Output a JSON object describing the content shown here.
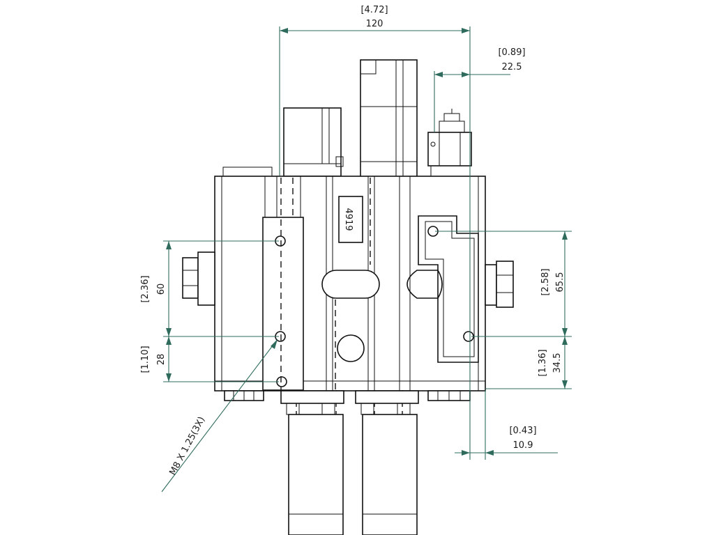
{
  "drawing": {
    "part_label": "4919",
    "thread_callout": "M8 X 1.25(3X)",
    "dimensions": {
      "overall_width": {
        "inch": "[4.72]",
        "mm": "120"
      },
      "port_offset": {
        "inch": "[0.89]",
        "mm": "22.5"
      },
      "left_hole_spacing_upper": {
        "inch": "[2.36]",
        "mm": "60"
      },
      "left_hole_spacing_lower": {
        "inch": "[1.10]",
        "mm": "28"
      },
      "right_hole_spacing_upper": {
        "inch": "[2.58]",
        "mm": "65.5"
      },
      "right_hole_spacing_lower": {
        "inch": "[1.36]",
        "mm": "34.5"
      },
      "right_edge_offset": {
        "inch": "[0.43]",
        "mm": "10.9"
      }
    },
    "colors": {
      "outline": "#111111",
      "dimension": "#2e6b5c"
    }
  }
}
